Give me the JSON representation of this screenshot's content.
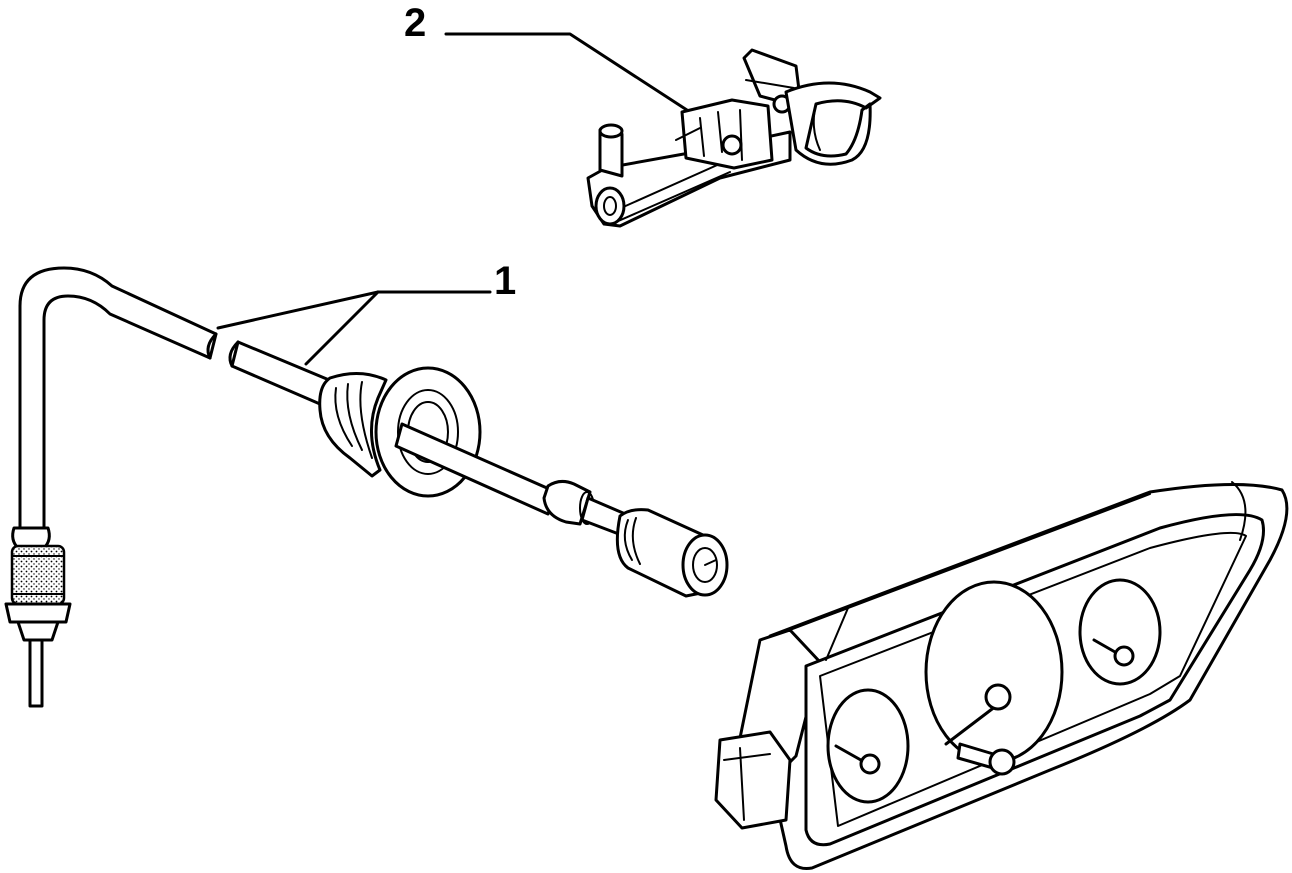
{
  "diagram": {
    "callouts": [
      {
        "id": "part-1",
        "label": "1"
      },
      {
        "id": "part-2",
        "label": "2"
      }
    ],
    "parts": [
      {
        "id": "speedometer-cable",
        "callout": "1"
      },
      {
        "id": "cable-retaining-clip",
        "callout": "2"
      },
      {
        "id": "instrument-cluster",
        "callout": ""
      }
    ],
    "colors": {
      "line": "#000000",
      "background": "#ffffff"
    }
  }
}
